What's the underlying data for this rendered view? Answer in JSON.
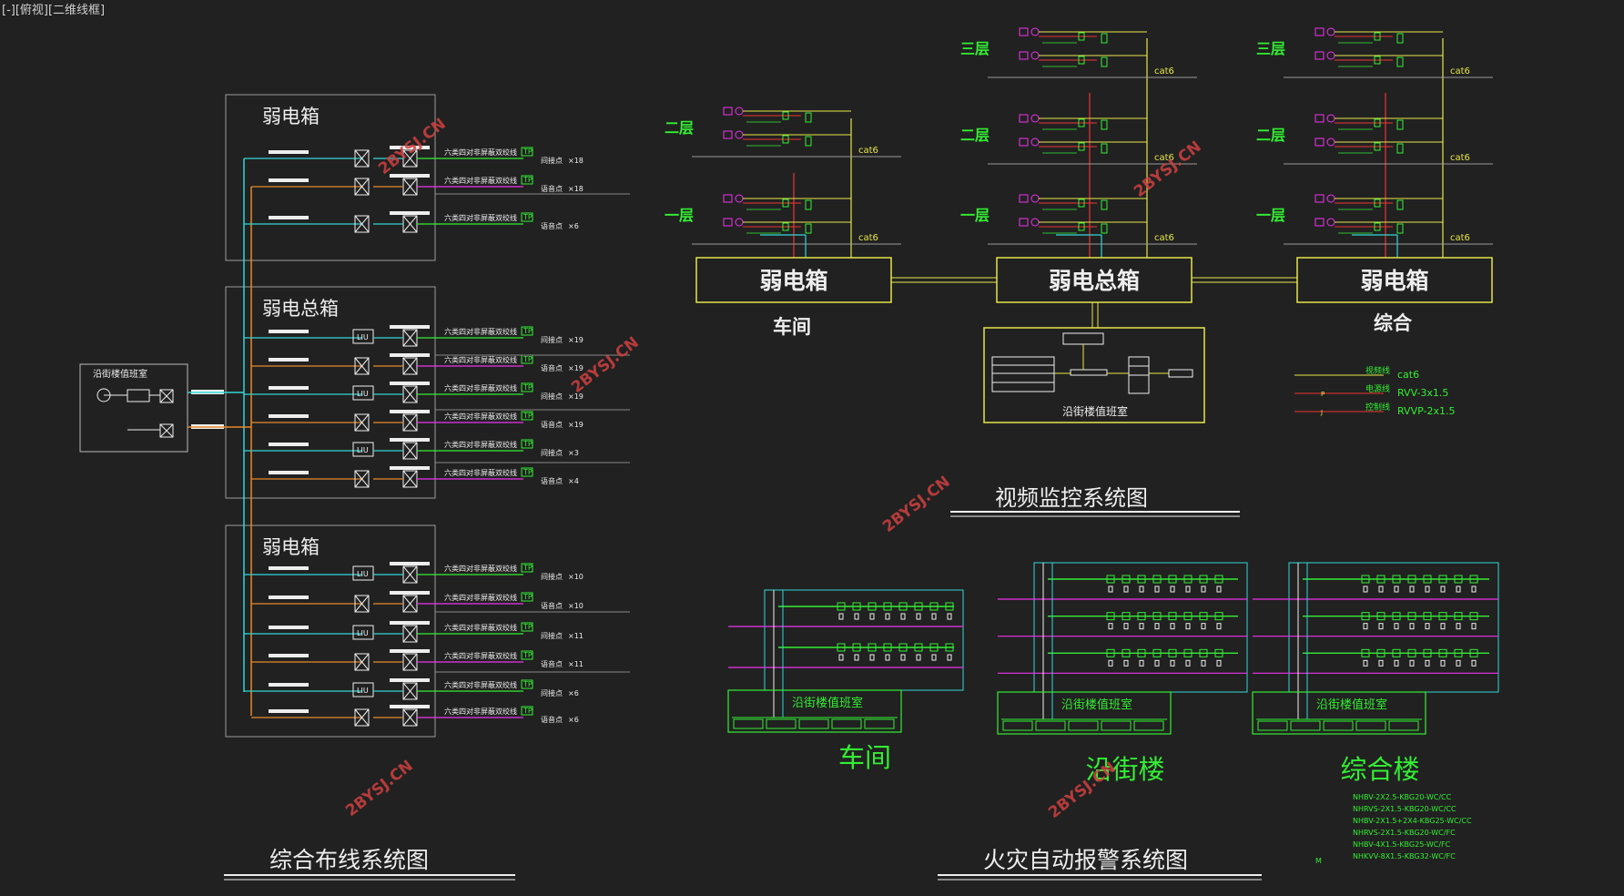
{
  "viewport_label": "[-][俯视][二维线框]",
  "watermark": "2BYSJ.CN",
  "cabling": {
    "title": "综合布线系统图",
    "duty_room_label": "沿街楼值班室",
    "box_top": "弱电箱",
    "box_main": "弱电总箱",
    "box_bottom": "弱电箱",
    "row_label": "六类四对非屏蔽双绞线",
    "tp_label": "TP",
    "lu_label": "LIU",
    "top_rows": [
      {
        "type": "间接点",
        "count": "×18"
      },
      {
        "type": "语音点",
        "count": "×18"
      },
      {
        "type": "语音点",
        "count": "×6"
      }
    ],
    "mid_rows": [
      {
        "type": "间接点",
        "count": "×19"
      },
      {
        "type": "语音点",
        "count": "×19"
      },
      {
        "type": "间接点",
        "count": "×19"
      },
      {
        "type": "语音点",
        "count": "×19"
      },
      {
        "type": "间接点",
        "count": "×3"
      },
      {
        "type": "语音点",
        "count": "×4"
      }
    ],
    "bot_rows": [
      {
        "type": "间接点",
        "count": "×10"
      },
      {
        "type": "语音点",
        "count": "×10"
      },
      {
        "type": "间接点",
        "count": "×11"
      },
      {
        "type": "语音点",
        "count": "×11"
      },
      {
        "type": "间接点",
        "count": "×6"
      },
      {
        "type": "语音点",
        "count": "×6"
      }
    ]
  },
  "video": {
    "title": "视频监控系统图",
    "box_left": "弱电箱",
    "box_center": "弱电总箱",
    "box_right": "弱电箱",
    "label_left": "车间",
    "label_right": "综合",
    "floors": [
      "三层",
      "二层",
      "一层"
    ],
    "cable_label": "cat6",
    "control_room": "沿街楼值班室",
    "legend": [
      {
        "name": "视频线",
        "spec": "cat6"
      },
      {
        "name": "电源线",
        "spec": "RVV-3x1.5"
      },
      {
        "name": "控制线",
        "spec": "RVVP-2x1.5"
      }
    ]
  },
  "fire": {
    "title": "火灾自动报警系统图",
    "room": "沿街楼值班室",
    "labels": [
      "车间",
      "沿街楼",
      "综合楼"
    ],
    "cable_specs": [
      "NHBV-2X2.5-KBG20-WC/CC",
      "NHRVS-2X1.5-KBG20-WC/CC",
      "NHBV-2X1.5+2X4-KBG25-WC/CC",
      "NHRVS-2X1.5-KBG20-WC/FC",
      "NHBV-4X1.5-KBG25-WC/FC",
      "NHKVV-8X1.5-KBG32-WC/FC"
    ]
  },
  "colors": {
    "background": "#212121",
    "cyan": "#33d6d6",
    "orange": "#e8892a",
    "green": "#33ee33",
    "magenta": "#ee33ee",
    "yellow": "#e6e64a",
    "red": "#ee3333",
    "frame": "#9a9a9a",
    "white": "#eeeeee",
    "watermark": "#d04040"
  }
}
